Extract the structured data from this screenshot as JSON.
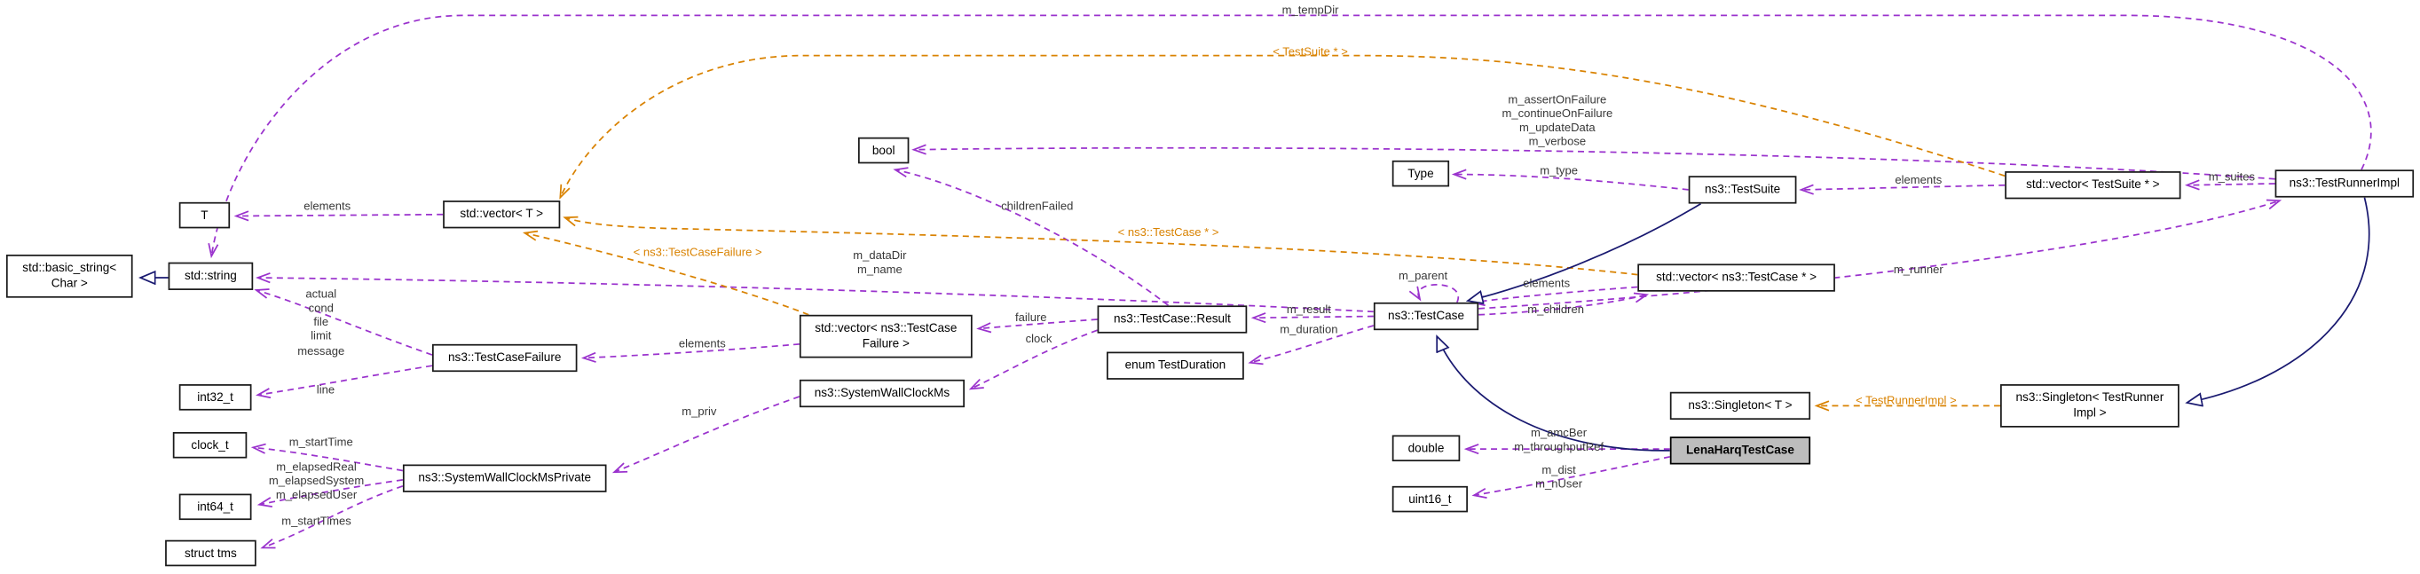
{
  "colors": {
    "usage_edge": "#9a32cd",
    "template_edge": "#d98200",
    "inheritance_edge": "#191970",
    "label_color": "#383838",
    "node_border": "#1a1a1a",
    "node_fill": "#ffffff",
    "node_text": "#000000",
    "highlight_fill": "#bdbdbd",
    "background": "#ffffff"
  },
  "nodes": {
    "basic_string": {
      "label": "std::basic_string<\nChar >"
    },
    "std_string": {
      "label": "std::string"
    },
    "t": {
      "label": "T"
    },
    "vector_t": {
      "label": "std::vector< T >"
    },
    "bool": {
      "label": "bool"
    },
    "type": {
      "label": "Type"
    },
    "test_suite": {
      "label": "ns3::TestSuite"
    },
    "vector_test_suite": {
      "label": "std::vector< TestSuite * >"
    },
    "test_runner_impl": {
      "label": "ns3::TestRunnerImpl"
    },
    "vector_test_case": {
      "label": "std::vector< ns3::TestCase * >"
    },
    "test_case": {
      "label": "ns3::TestCase"
    },
    "test_case_result": {
      "label": "ns3::TestCase::Result"
    },
    "vector_test_case_failure": {
      "label": "std::vector< ns3::TestCase\nFailure >"
    },
    "test_case_failure": {
      "label": "ns3::TestCaseFailure"
    },
    "int32_t": {
      "label": "int32_t"
    },
    "clock_t": {
      "label": "clock_t"
    },
    "system_wall_clock_ms": {
      "label": "ns3::SystemWallClockMs"
    },
    "system_wall_clock_ms_private": {
      "label": "ns3::SystemWallClockMsPrivate"
    },
    "int64_t": {
      "label": "int64_t"
    },
    "struct_tms": {
      "label": "struct tms"
    },
    "enum_test_duration": {
      "label": "enum TestDuration"
    },
    "singleton_t": {
      "label": "ns3::Singleton< T >"
    },
    "singleton_test_runner_impl": {
      "label": "ns3::Singleton< TestRunner\nImpl >"
    },
    "double": {
      "label": "double"
    },
    "uint16_t": {
      "label": "uint16_t"
    },
    "lena_harq_test_case": {
      "label": "LenaHarqTestCase"
    }
  },
  "edge_labels": {
    "m_tempDir": "m_tempDir",
    "tmpl_test_suite": "< TestSuite * >",
    "runner_bool_members": "m_assertOnFailure\nm_continueOnFailure\nm_updateData\nm_verbose",
    "m_type": "m_type",
    "elements_suites": "elements",
    "m_suites": "m_suites",
    "elements_t": "elements",
    "childrenFailed": "childrenFailed",
    "tmpl_test_case": "< ns3::TestCase * >",
    "testcase_string_members": "m_dataDir\nm_name",
    "tmpl_test_case_failure": "< ns3::TestCaseFailure >",
    "m_parent": "m_parent",
    "elements_children": "elements",
    "m_children": "m_children",
    "m_runner": "m_runner",
    "m_result": "m_result",
    "m_duration": "m_duration",
    "failure": "failure",
    "clock": "clock",
    "elements_failures": "elements",
    "failure_string_members": "actual\ncond\nfile\nlimit\nmessage",
    "line": "line",
    "m_priv": "m_priv",
    "m_startTime": "m_startTime",
    "elapsed_members": "m_elapsedReal\nm_elapsedSystem\nm_elapsedUser",
    "m_startTimes": "m_startTimes",
    "tmpl_test_runner_impl": "< TestRunnerImpl >",
    "lena_double_members": "m_amcBer\nm_throughputRef",
    "lena_uint16_members": "m_dist\nm_nUser"
  }
}
